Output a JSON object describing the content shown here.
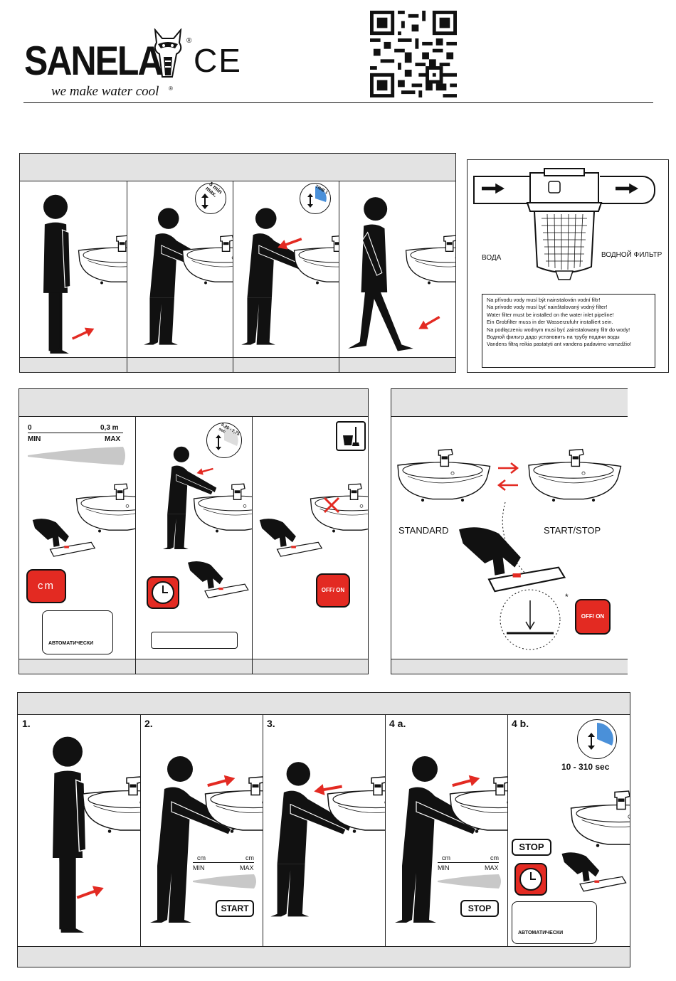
{
  "brand": {
    "name": "SANELA",
    "registered": "®",
    "slogan": "we make water cool",
    "ce_mark": "CE"
  },
  "panel1": {
    "steps": [
      {
        "callout": ""
      },
      {
        "callout": "5 min max."
      },
      {
        "callout": "TIME 1"
      },
      {
        "callout": ""
      }
    ]
  },
  "filter_panel": {
    "label_water": "ВОДА",
    "label_filter": "ВОДНОЙ ФИЛЬТР",
    "notes": [
      "Na přívodu vody musí být nainstalován vodní filtr!",
      "Na prívode vody musí byť nainštalovaný vodný filter!",
      "Water filter must be installed on the water inlet pipeline!",
      "Ein Grobfilter muss in der Wasserzufuhr installiert sein.",
      "Na podłączeniu wodnym musi być zainstalowany filtr do wody!",
      "Водной фильтр дадо установить на трубу подачи воды",
      "Vandens filtrą reikia pastatyti ant vandens padavimo vamzdžio!"
    ]
  },
  "panel2": {
    "range_zero": "0",
    "range_max_value": "0,3 m",
    "min": "MIN",
    "max": "MAX",
    "cm": "cm",
    "auto": "АВТОМАТИЧЕСКИ",
    "timer_range": "0,25 - 7,75 sec",
    "off_on": "OFF/ ON"
  },
  "panel3": {
    "standard": "STANDARD",
    "start_stop": "START/STOP",
    "off_on": "OFF/ ON",
    "asterisk": "*"
  },
  "panel4": {
    "steps": [
      {
        "num": "1."
      },
      {
        "num": "2.",
        "button": "START"
      },
      {
        "num": "3."
      },
      {
        "num": "4 a.",
        "button": "STOP"
      },
      {
        "num": "4 b.",
        "button": "STOP"
      }
    ],
    "cm_left": "cm",
    "cm_right": "cm",
    "min": "MIN",
    "max": "MAX",
    "time_range": "10 - 310 sec",
    "auto": "АВТОМАТИЧЕСКИ"
  },
  "colors": {
    "accent_red": "#e32a22",
    "panel_gray": "#e3e3e3",
    "ink": "#111111"
  }
}
